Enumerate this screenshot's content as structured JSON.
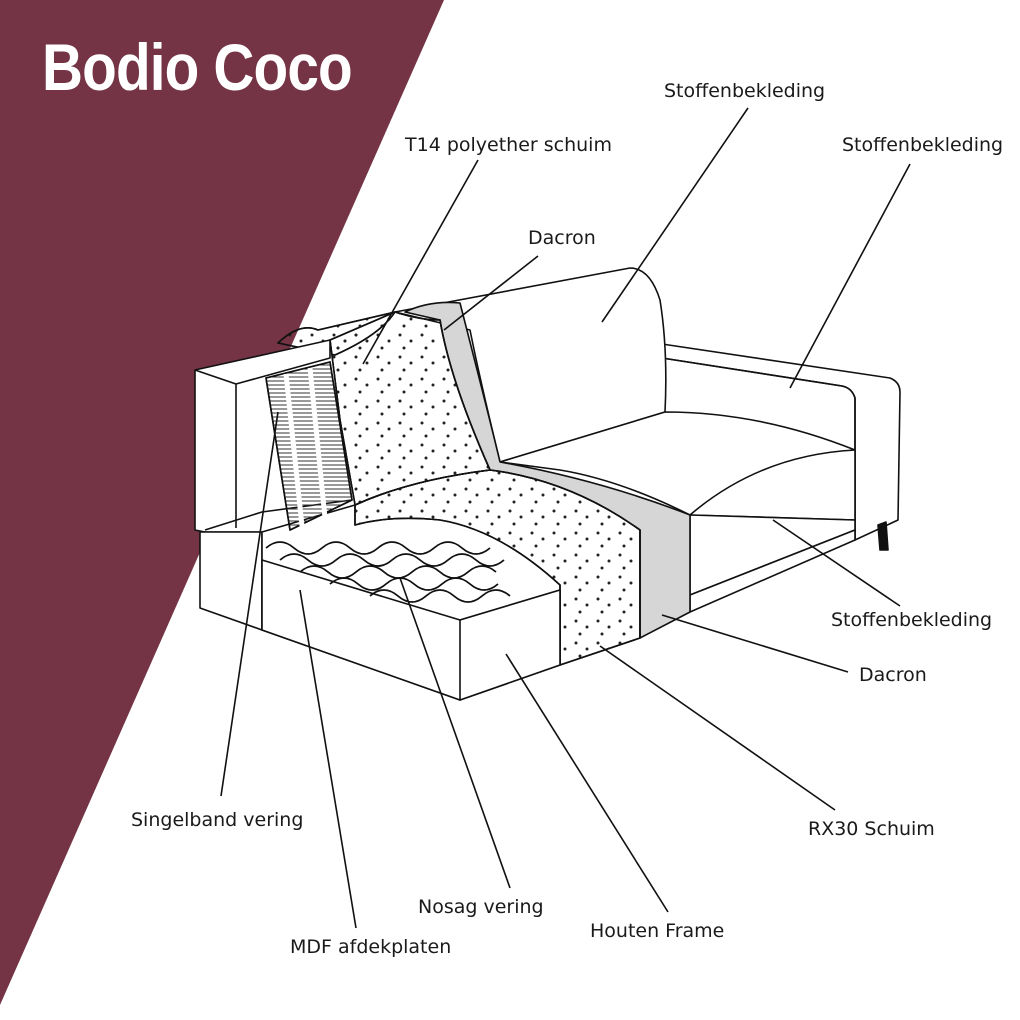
{
  "title": "Bodio Coco",
  "colors": {
    "banner": "#743446",
    "line": "#111111",
    "dacron": "#d6d6d6"
  },
  "labels": {
    "stoffen_back": "Stoffenbekleding",
    "stoffen_arm": "Stoffenbekleding",
    "t14": "T14 polyether schuim",
    "dacron_top": "Dacron",
    "stoffen_seat": "Stoffenbekleding",
    "dacron_bottom": "Dacron",
    "rx30": "RX30 Schuim",
    "singelband": "Singelband vering",
    "nosag": "Nosag vering",
    "houten": "Houten Frame",
    "mdf": "MDF afdekplaten"
  }
}
